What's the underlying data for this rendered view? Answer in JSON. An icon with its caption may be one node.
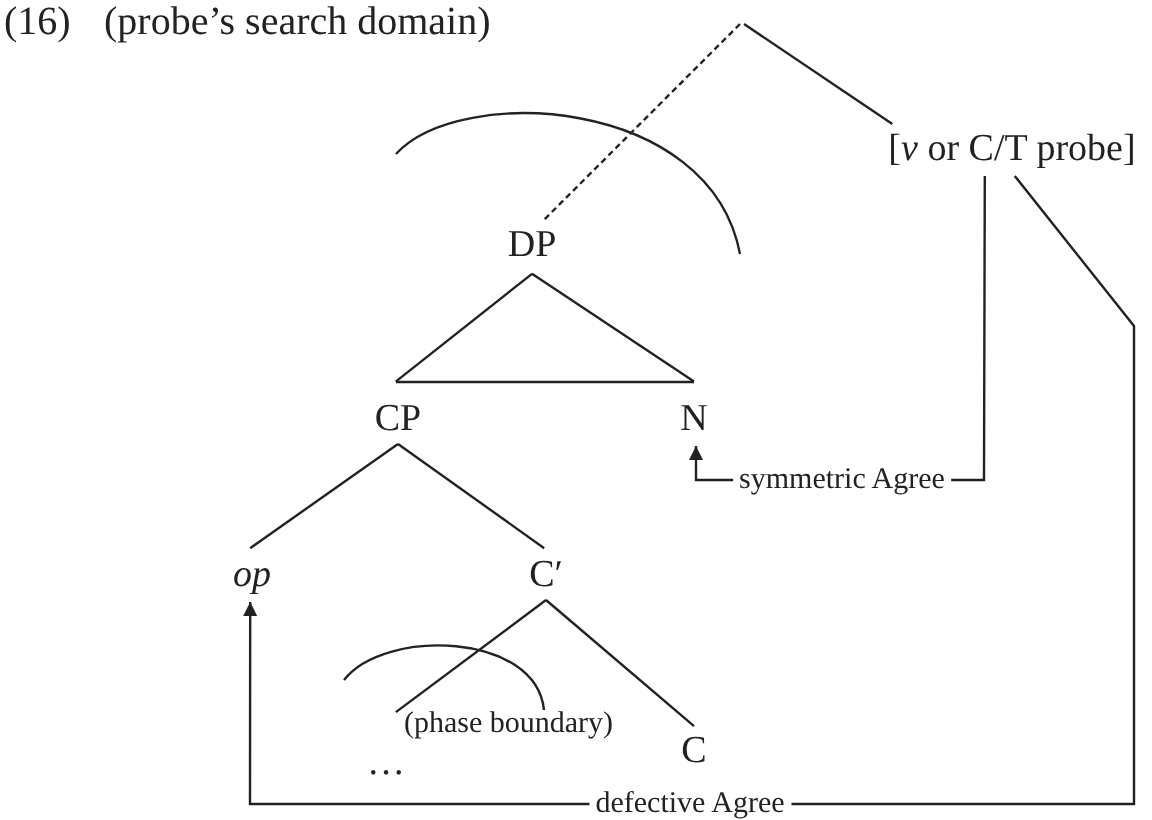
{
  "diagram": {
    "nodes": [
      {
        "text": [
          "DP"
        ]
      },
      {
        "text": [
          "[*v* or C/T probe]"
        ]
      },
      {
        "text": [
          "CP"
        ]
      },
      {
        "text": [
          "N"
        ]
      },
      {
        "text": [
          "op"
        ]
      },
      {
        "text": [
          "C′"
        ]
      },
      {
        "text": [
          "…"
        ]
      },
      {
        "text": [
          "C"
        ]
      }
    ],
    "edges": [
      {
        "from": null,
        "to": 0,
        "arrow": "none",
        "style": "dashed"
      },
      {
        "from": null,
        "to": 1,
        "arrow": "none"
      },
      {
        "from": 0,
        "to": 2,
        "arrow": "none"
      },
      {
        "from": 0,
        "to": 3,
        "arrow": "none"
      },
      {
        "from": 2,
        "to": 4,
        "arrow": "none"
      },
      {
        "from": 2,
        "to": 5,
        "arrow": "none"
      },
      {
        "from": 5,
        "to": 6,
        "arrow": "none"
      },
      {
        "from": 5,
        "to": 7,
        "arrow": "none"
      },
      {
        "from": 1,
        "to": 3,
        "arrow": "to",
        "label": "symmetric Agree"
      },
      {
        "from": 1,
        "to": 4,
        "arrow": "to",
        "label": "defective Agree"
      }
    ],
    "labels": [
      "(16)",
      "(probe’s search domain)",
      "(phase boundary)"
    ]
  }
}
